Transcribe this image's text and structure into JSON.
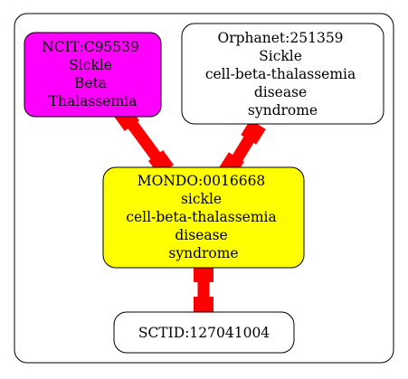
{
  "diagram": {
    "nodes": [
      {
        "id": "ncit",
        "lines": [
          "NCIT:C95539",
          "Sickle",
          "Beta",
          "Thalassemia"
        ],
        "fill": "#ff00ff"
      },
      {
        "id": "orphanet",
        "lines": [
          "Orphanet:251359",
          "Sickle",
          "cell-beta-thalassemia",
          "disease",
          "syndrome"
        ],
        "fill": "#ffffff"
      },
      {
        "id": "mondo",
        "lines": [
          "MONDO:0016668",
          "sickle",
          "cell-beta-thalassemia",
          "disease",
          "syndrome"
        ],
        "fill": "#ffff00"
      },
      {
        "id": "sctid",
        "lines": [
          "SCTID:127041004"
        ],
        "fill": "#ffffff"
      }
    ],
    "edges": [
      {
        "from": "ncit",
        "to": "mondo"
      },
      {
        "from": "orphanet",
        "to": "mondo"
      },
      {
        "from": "mondo",
        "to": "sctid"
      }
    ],
    "edge_color": "#ff0000"
  }
}
